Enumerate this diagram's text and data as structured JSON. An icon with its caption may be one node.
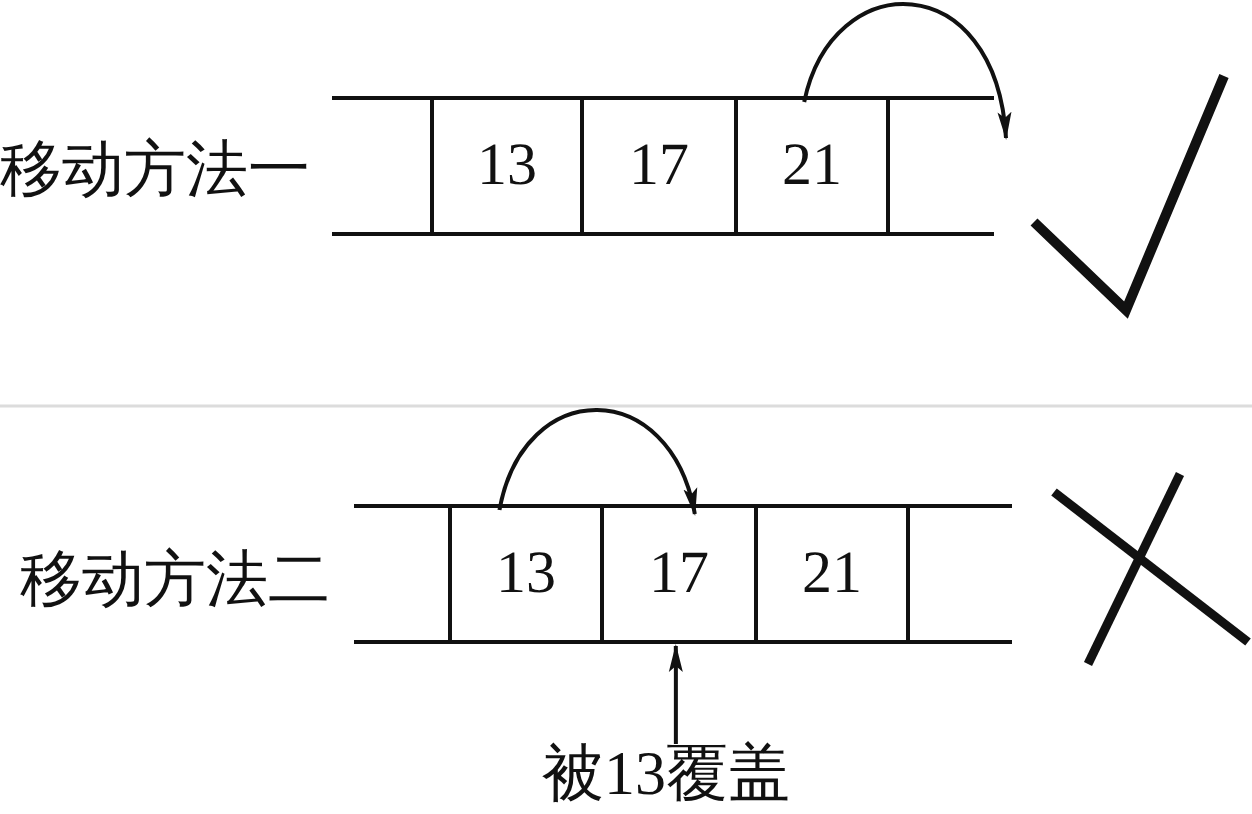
{
  "diagram": {
    "nodes": [
      {
        "text": [],
        "shape": "box"
      },
      {
        "text": [
          "13"
        ]
      },
      {
        "text": [
          "17"
        ]
      },
      {
        "text": [
          "21"
        ]
      },
      {
        "text": [],
        "shape": "box"
      },
      {
        "text": [],
        "shape": "box"
      },
      {
        "text": [
          "13"
        ]
      },
      {
        "text": [
          "17"
        ]
      },
      {
        "text": [
          "21"
        ]
      },
      {
        "text": [],
        "shape": "box"
      },
      {
        "text": [
          "被13覆盖"
        ]
      }
    ],
    "edges": [
      {
        "from": 3,
        "to": 4,
        "arrow": "to"
      },
      {
        "from": 6,
        "to": 7,
        "arrow": "to"
      },
      {
        "from": 10,
        "to": 7,
        "arrow": "to"
      }
    ],
    "labels": [
      "移动方法一",
      "移动方法二"
    ]
  }
}
